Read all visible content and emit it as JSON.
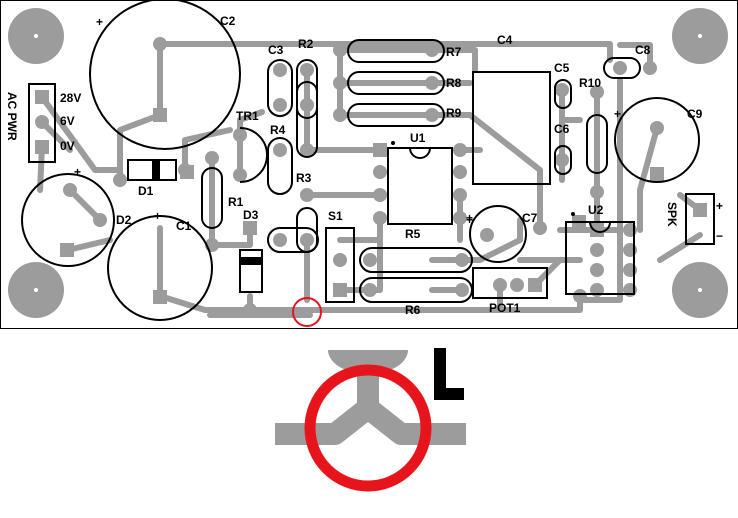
{
  "colors": {
    "copper": "#9c9c9c",
    "outline": "#000000",
    "background": "#ffffff",
    "highlight": "#e8141c"
  },
  "labels": {
    "c2": "C2",
    "plus_c2": "+",
    "ac_pwr": "AC PWR",
    "v28": "28V",
    "v6": "6V",
    "v0": "0V",
    "c3": "C3",
    "r2": "R2",
    "r7": "R7",
    "c4": "C4",
    "c8": "C8",
    "r8": "R8",
    "c5": "C5",
    "r10": "R10",
    "r9": "R9",
    "c9": "C9",
    "plus_c9": "+",
    "tr1": "TR1",
    "r4": "R4",
    "u1": "U1",
    "c6": "C6",
    "plus_d2": "+",
    "d1": "D1",
    "r3": "R3",
    "spk": "SPK",
    "spk_plus": "+",
    "spk_minus": "−",
    "d2": "D2",
    "plus_c1": "+",
    "c1": "C1",
    "r1": "R1",
    "d3": "D3",
    "s1": "S1",
    "u2": "U2",
    "c7": "C7",
    "plus_c7": "+",
    "plus_u1": "+",
    "r5": "R5",
    "r6": "R6",
    "pot1": "POT1"
  }
}
